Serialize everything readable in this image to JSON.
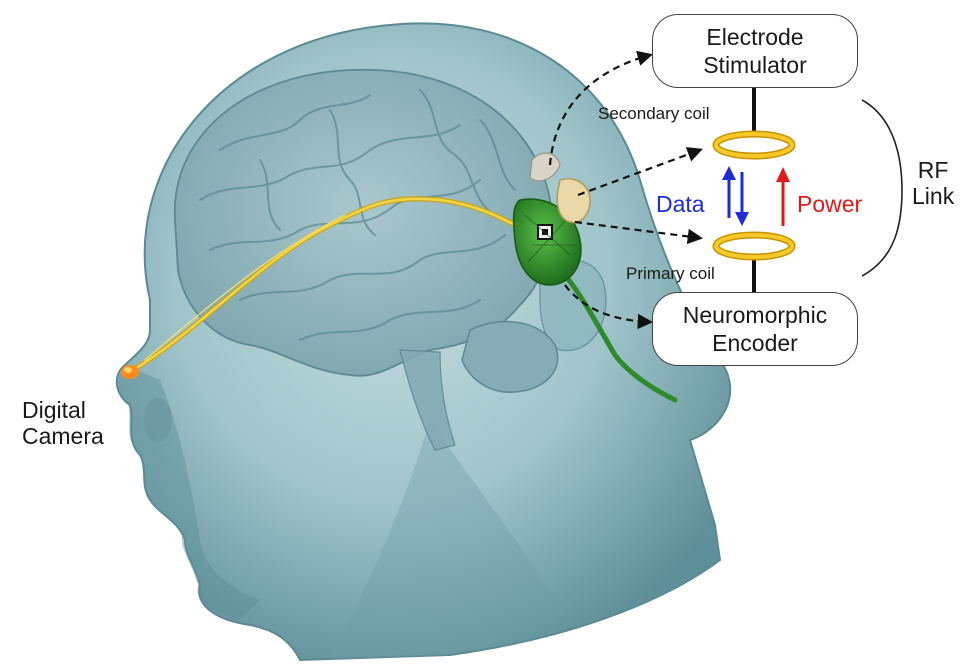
{
  "labels": {
    "camera_line1": "Digital",
    "camera_line2": "Camera",
    "stimulator_line1": "Electrode",
    "stimulator_line2": "Stimulator",
    "encoder_line1": "Neuromorphic",
    "encoder_line2": "Encoder",
    "secondary_coil": "Secondary coil",
    "primary_coil": "Primary coil",
    "data": "Data",
    "power": "Power",
    "rf_line1": "RF",
    "rf_line2": "Link"
  },
  "colors": {
    "head_fill": "#9cc3c9",
    "head_shadow": "#6f9ca4",
    "brain_fill": "#8fb4bc",
    "wire": "#e6c21f",
    "chip": "#2f9b2a",
    "coil": "#e8b600",
    "data_arrow": "#1f2bd6",
    "power_arrow": "#e01a1a",
    "connector": "#111111"
  }
}
